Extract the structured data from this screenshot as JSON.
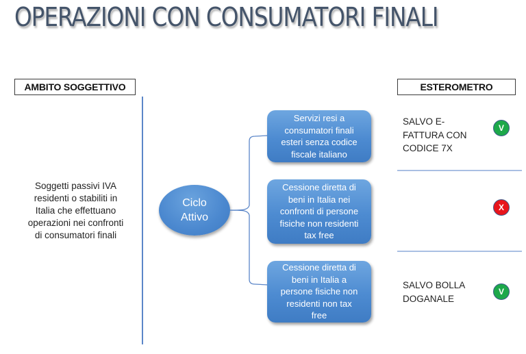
{
  "title": "OPERAZIONI CON CONSUMATORI FINALI",
  "colors": {
    "title": "#44546a",
    "shape_blue": "#4b88cf",
    "line_blue": "#5b86c8",
    "separator": "#a9bfe3",
    "badge_ok": "#1da84a",
    "badge_no": "#e8141b"
  },
  "left": {
    "header": "AMBITO SOGGETTIVO",
    "description_lines": [
      "Soggetti passivi IVA",
      "residenti o stabiliti in",
      "Italia che effettuano",
      "operazioni nei confronti",
      "di consumatori finali"
    ]
  },
  "center": {
    "node_lines": [
      "Ciclo",
      "Attivo"
    ],
    "operations": [
      {
        "lines": [
          "Servizi resi a",
          "consumatori finali",
          "esteri senza codice",
          "fiscale italiano"
        ]
      },
      {
        "lines": [
          "Cessione diretta di",
          "beni in Italia nei",
          "confronti di persone",
          "fisiche non residenti",
          "tax free"
        ]
      },
      {
        "lines": [
          "Cessione diretta di",
          "beni in Italia a",
          "persone fisiche non",
          "residenti non tax",
          "free"
        ]
      }
    ]
  },
  "right": {
    "header": "ESTEROMETRO",
    "rows": [
      {
        "note_lines": [
          "SALVO E-",
          "FATTURA CON",
          "CODICE 7X"
        ],
        "badge": "V",
        "badge_icon": "check-badge-icon",
        "status": "yes"
      },
      {
        "note_lines": [],
        "badge": "X",
        "badge_icon": "cross-badge-icon",
        "status": "no"
      },
      {
        "note_lines": [
          "SALVO BOLLA",
          "DOGANALE"
        ],
        "badge": "V",
        "badge_icon": "check-badge-icon",
        "status": "yes"
      }
    ]
  }
}
